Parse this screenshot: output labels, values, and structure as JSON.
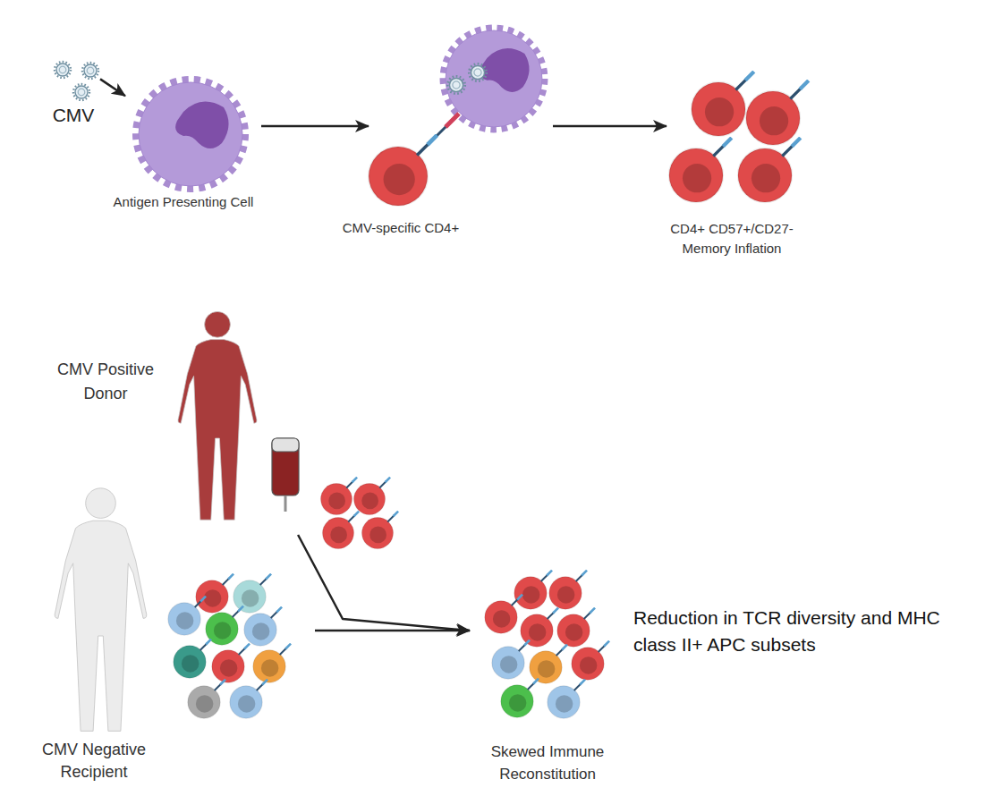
{
  "diagram": {
    "nodes": [
      {
        "text": [
          "CMV"
        ]
      },
      {
        "text": [
          "Antigen Presenting Cell"
        ]
      },
      {
        "text": [
          "CMV-specific CD4+"
        ]
      },
      {
        "text": [
          "CD4+ CD57+/CD27- Memory Inflation"
        ]
      },
      {
        "text": [
          "CMV Positive Donor"
        ]
      },
      {
        "text": [
          "CMV Negative Recipient"
        ]
      },
      {
        "text": [
          "Skewed Immune Reconstitution"
        ]
      }
    ],
    "edges": [
      {
        "from": 0,
        "to": 1,
        "arrow": "to"
      },
      {
        "from": 1,
        "to": 2,
        "arrow": "to"
      },
      {
        "from": 2,
        "to": 3,
        "arrow": "to"
      },
      {
        "from": 4,
        "to": 6,
        "arrow": "to"
      },
      {
        "from": 5,
        "to": 6,
        "arrow": "to"
      }
    ],
    "labels": [
      "Reduction in TCR diversity and MHC class II+ APC subsets"
    ]
  }
}
